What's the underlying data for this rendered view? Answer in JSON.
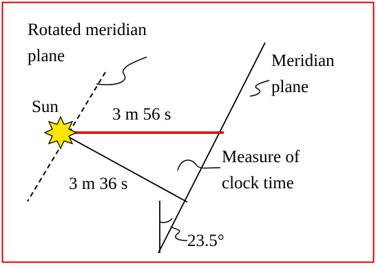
{
  "labels": {
    "rotated_meridian_line1": "Rotated meridian",
    "rotated_meridian_line2": "plane",
    "meridian_line1": "Meridian",
    "meridian_line2": "plane",
    "sun": "Sun",
    "time_red": "3 m 56 s",
    "time_black": "3 m 36 s",
    "measure_line1": "Measure of",
    "measure_line2": "clock time",
    "angle": "23.5°"
  },
  "colors": {
    "frame": "#e00000",
    "red_line": "#e00000",
    "sun_fill": "#ffe600",
    "ink": "#000000"
  },
  "icons": {
    "sun": "sun-icon"
  }
}
